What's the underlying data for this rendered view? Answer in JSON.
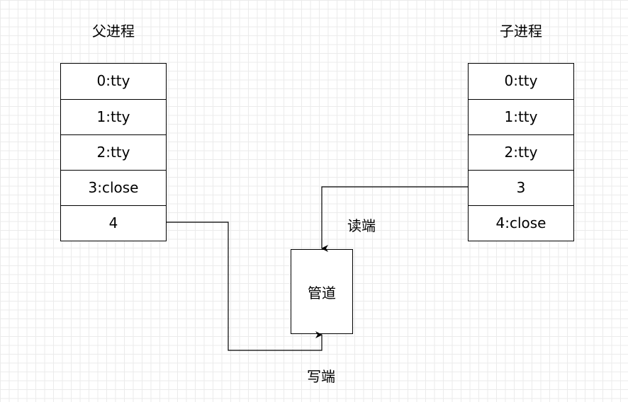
{
  "parent": {
    "title": "父进程",
    "fds": [
      "0:tty",
      "1:tty",
      "2:tty",
      "3:close",
      "4"
    ]
  },
  "child": {
    "title": "子进程",
    "fds": [
      "0:tty",
      "1:tty",
      "2:tty",
      "3",
      "4:close"
    ]
  },
  "pipe": {
    "label": "管道"
  },
  "edges": {
    "read_label": "读端",
    "write_label": "写端"
  }
}
